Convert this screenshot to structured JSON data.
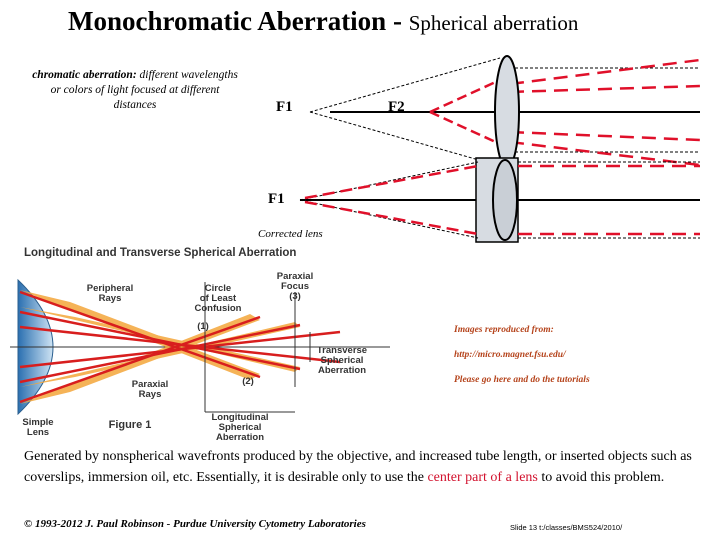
{
  "title": {
    "main": "Monochromatic Aberration - ",
    "sub": "Spherical aberration"
  },
  "chromatic_note": {
    "label": "chromatic aberration:",
    "text": " different wavelengths or colors of light focused at different distances"
  },
  "focus_labels": {
    "f1_top": "F1",
    "f2_top": "F2",
    "f1_bottom": "F1"
  },
  "corrected_caption": "Corrected lens",
  "diagram": {
    "title": "Longitudinal and Transverse Spherical Aberration",
    "peripheral_rays": [
      "Peripheral",
      "Rays"
    ],
    "circle_of_least_confusion": [
      "Circle",
      "of Least",
      "Confusion"
    ],
    "paraxial_focus": [
      "Paraxial",
      "Focus",
      "(3)"
    ],
    "marker_1": "(1)",
    "marker_2": "(2)",
    "transverse": [
      "Transverse",
      "Spherical",
      "Aberration"
    ],
    "paraxial_rays": [
      "Paraxial",
      "Rays"
    ],
    "longitudinal": [
      "Longitudinal",
      "Spherical",
      "Aberration"
    ],
    "simple_lens": [
      "Simple",
      "Lens"
    ],
    "figure_label": "Figure 1"
  },
  "references": {
    "line1": "Images reproduced from:",
    "line2": "http://micro.magnet.fsu.edu/",
    "line3": "Please go here and do the tutorials"
  },
  "paragraph": {
    "text_before": "Generated by nonspherical wavefronts produced by the objective, and increased tube length, or inserted objects such as coverslips, immersion oil, etc. Essentially, it is desirable only to use the ",
    "highlight": "center part of a lens",
    "text_after": " to avoid this problem."
  },
  "footer": {
    "copyright": "© 1993-2012 J. Paul Robinson - Purdue University Cytometry Laboratories",
    "slide_ref": "Slide 13 t:/classes/BMS524/2010/"
  },
  "colors": {
    "ray_red": "#e0102a",
    "accent_text": "#b5431b",
    "highlight": "#d2122e",
    "lens_fill": "#d7dce2"
  }
}
